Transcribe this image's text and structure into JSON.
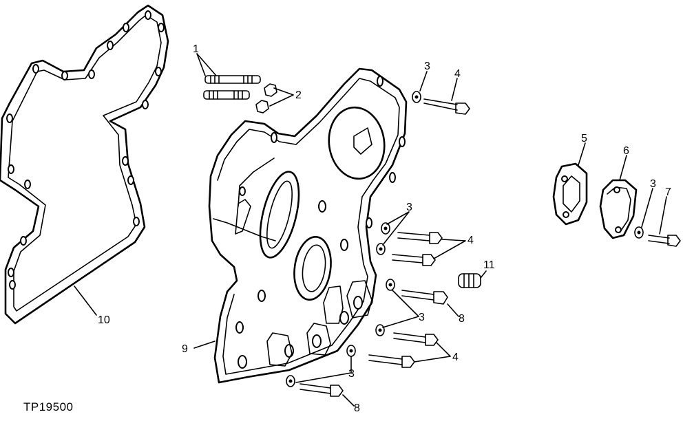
{
  "figure_id": "TP19500",
  "callouts": {
    "c1": "1",
    "c2": "2",
    "c3a": "3",
    "c4a": "4",
    "c3b": "3",
    "c4b": "4",
    "c3c": "3",
    "c8a": "8",
    "c3d": "3",
    "c8b": "8",
    "c4c": "4",
    "c9": "9",
    "c10": "10",
    "c5": "5",
    "c6": "6",
    "c3e": "3",
    "c7": "7",
    "c11": "11"
  }
}
